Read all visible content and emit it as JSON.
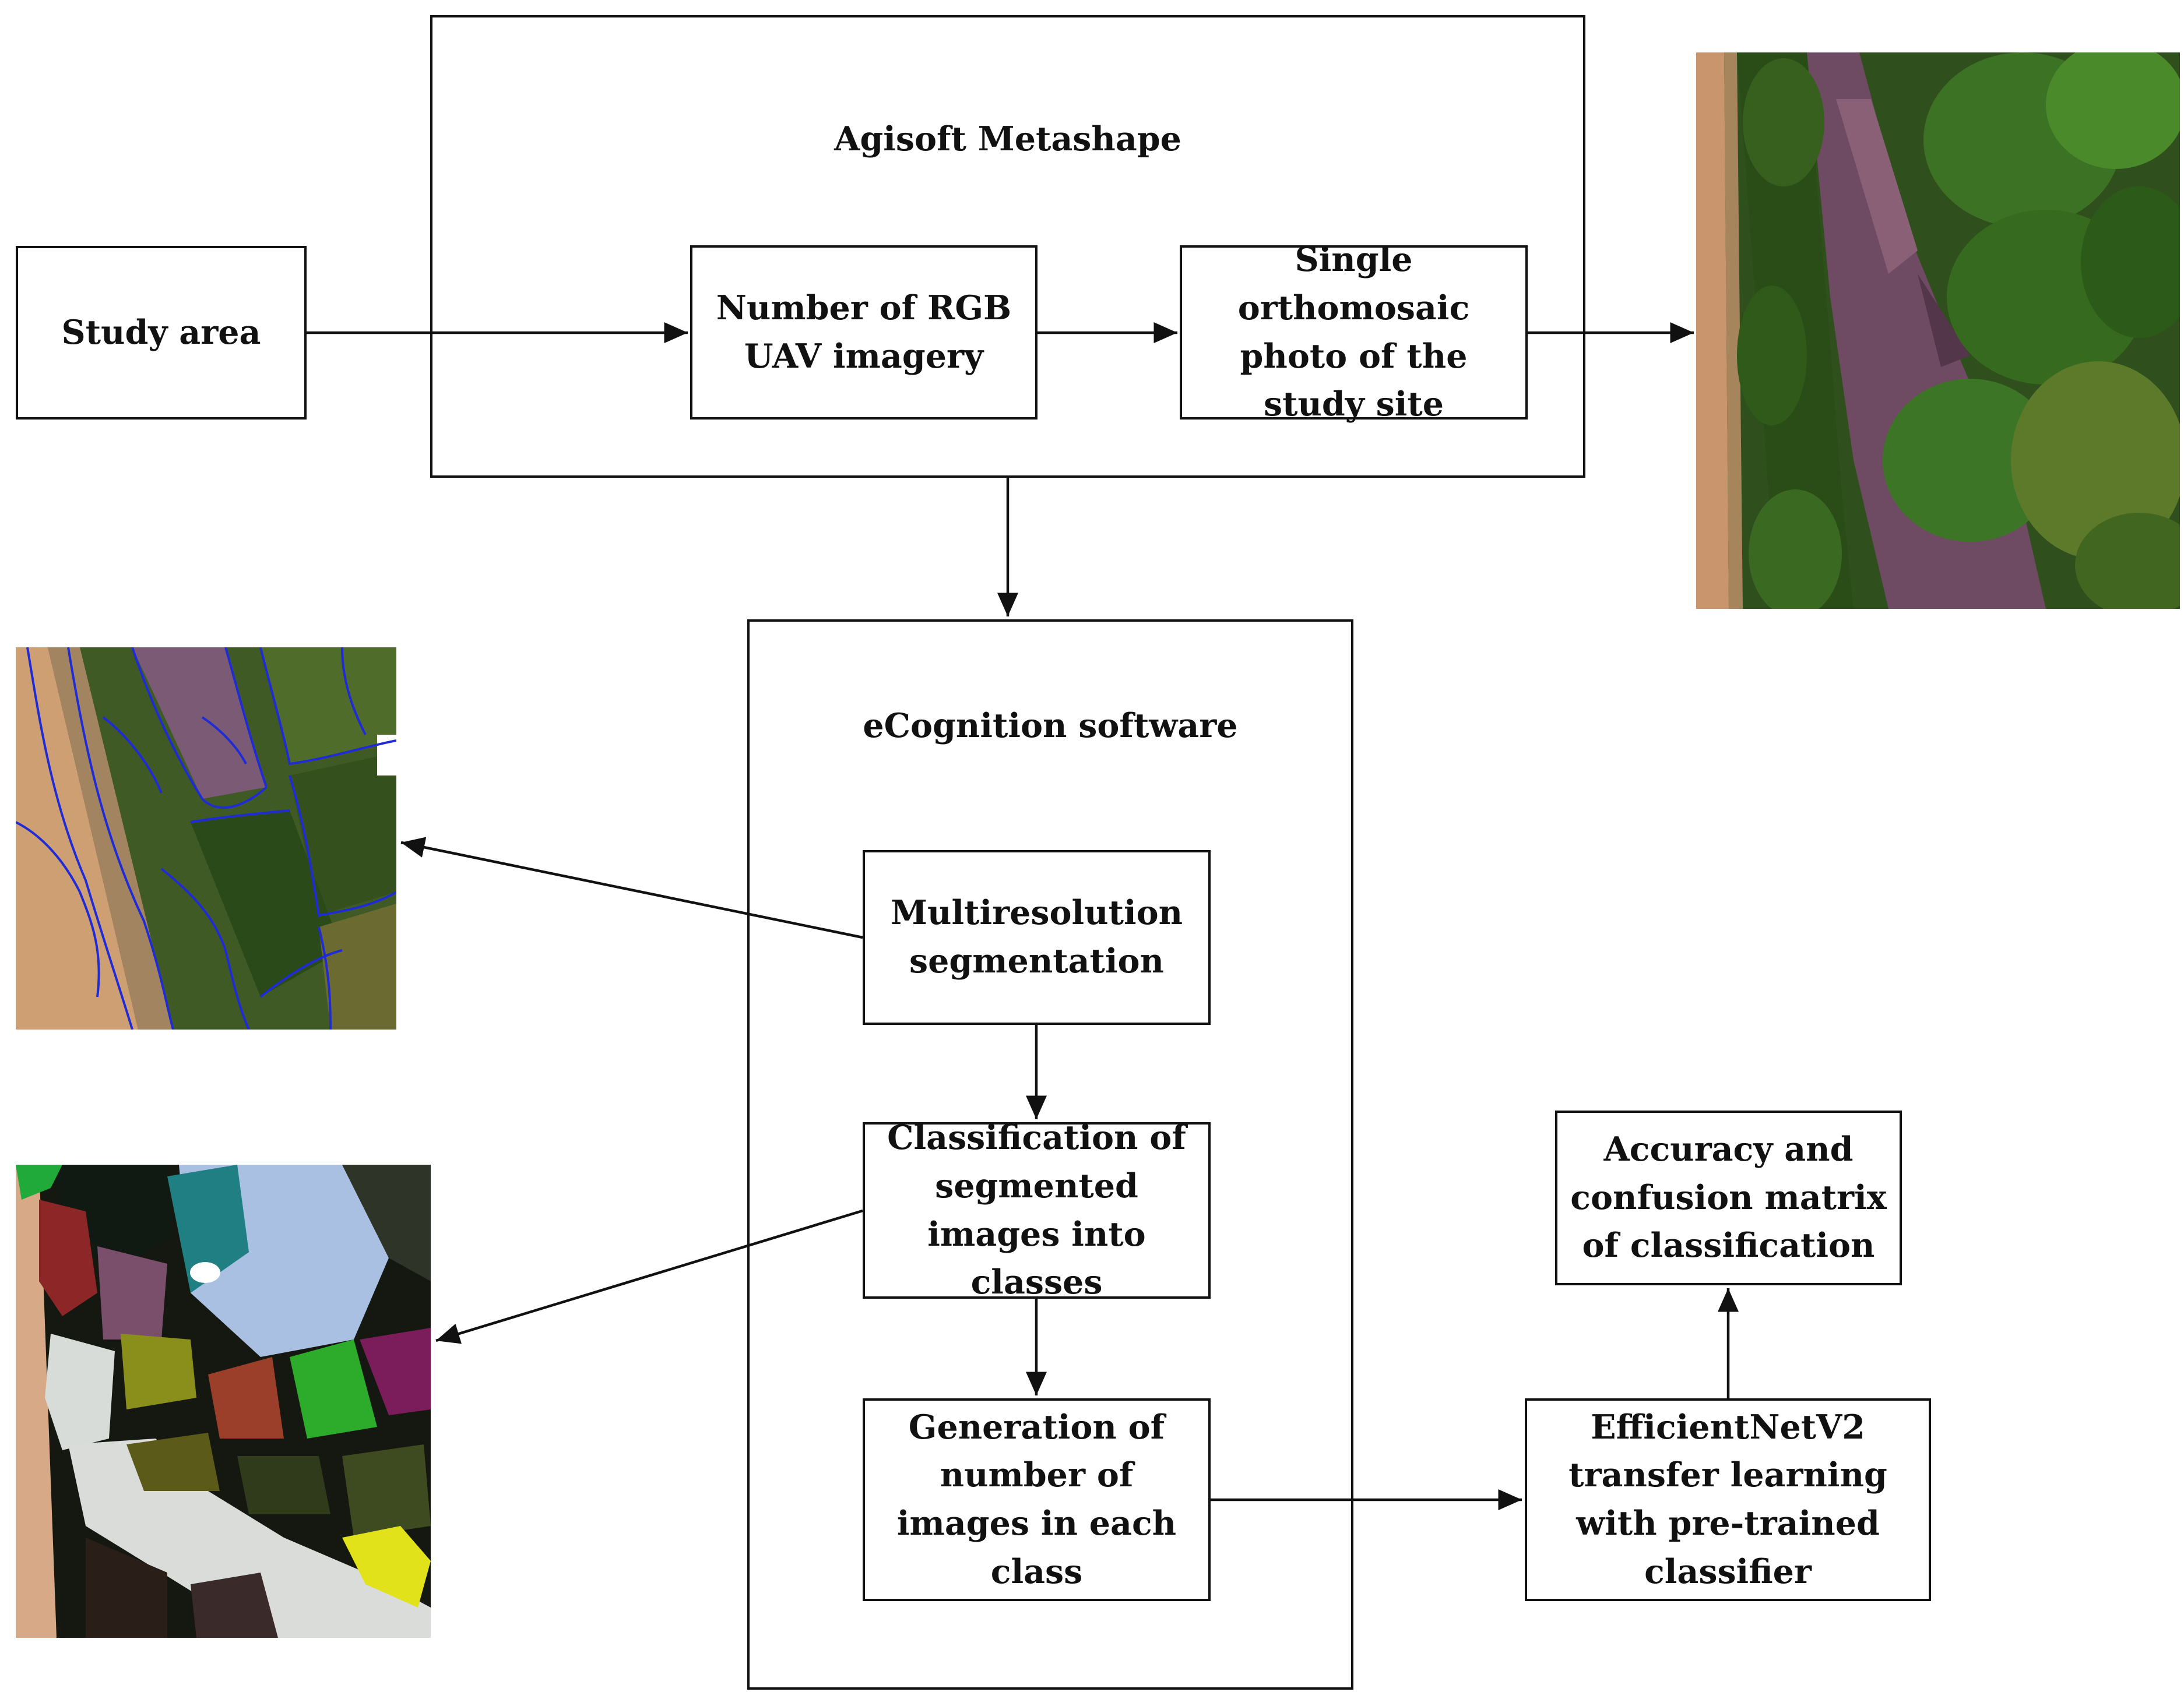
{
  "groups": {
    "agisoft": "Agisoft Metashape",
    "ecognition": "eCognition software"
  },
  "nodes": {
    "study_area": "Study area",
    "rgb_uav": "Number of RGB UAV imagery",
    "orthomosaic": "Single orthomosaic photo of the study site",
    "multiresolution": "Multiresolution segmentation",
    "classification": "Classification of segmented images into classes",
    "generation": "Generation of number of images in each class",
    "efficientnet": "EfficientNetV2 transfer learning with pre-trained classifier",
    "accuracy": "Accuracy and confusion matrix of classification"
  },
  "colors": {
    "stroke": "#111111",
    "segment_lines": "#1f2bd6",
    "vegetation": "#3f6a1f",
    "road": "#d2a377",
    "stream": "#6b4a62"
  }
}
